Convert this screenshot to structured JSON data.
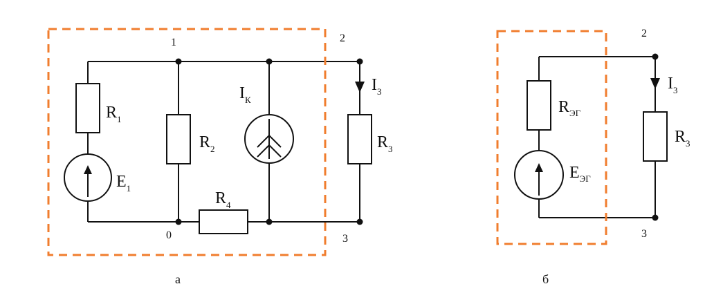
{
  "colors": {
    "wire": "#111111",
    "dashed_box": "#f07d2e",
    "background": "#ffffff"
  },
  "circuit_a": {
    "caption": "а",
    "nodes": {
      "n1": "1",
      "n2": "2",
      "n0": "0",
      "n3": "3"
    },
    "R1": {
      "main": "R",
      "sub": "1"
    },
    "R2": {
      "main": "R",
      "sub": "2"
    },
    "R3": {
      "main": "R",
      "sub": "3"
    },
    "R4": {
      "main": "R",
      "sub": "4"
    },
    "E1": {
      "main": "E",
      "sub": "1"
    },
    "Ik": {
      "main": "I",
      "sub": "К"
    },
    "I3": {
      "main": "I",
      "sub": "3"
    }
  },
  "circuit_b": {
    "caption": "б",
    "nodes": {
      "n2": "2",
      "n3": "3"
    },
    "Req": {
      "main": "R",
      "sub": "ЭГ"
    },
    "Eeq": {
      "main": "E",
      "sub": "ЭГ"
    },
    "R3": {
      "main": "R",
      "sub": "3"
    },
    "I3": {
      "main": "I",
      "sub": "3"
    }
  }
}
